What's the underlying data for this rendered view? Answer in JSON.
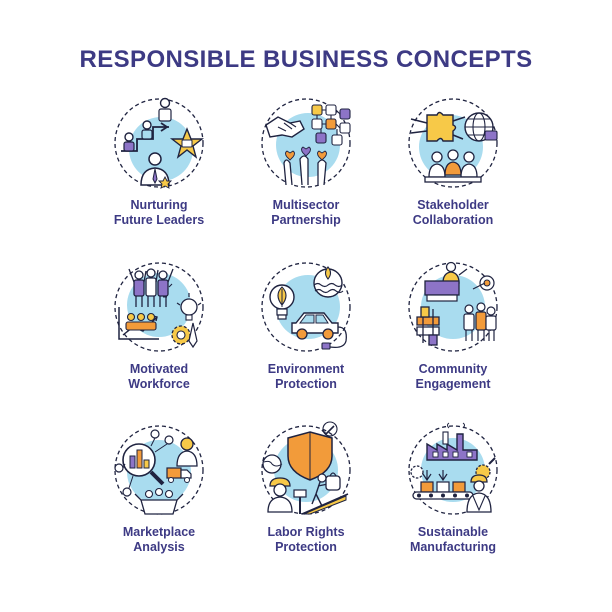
{
  "title": "RESPONSIBLE BUSINESS CONCEPTS",
  "colors": {
    "primary_text": "#3d3a84",
    "accent_blue": "#a9dcef",
    "accent_yellow": "#f7c948",
    "accent_orange": "#f29b3a",
    "accent_purple": "#8d74c7",
    "line": "#1f2340"
  },
  "concepts": [
    {
      "icon": "mentoring-ladder-icon",
      "label": [
        "Nurturing",
        "Future Leaders"
      ]
    },
    {
      "icon": "handshake-network-icon",
      "label": [
        "Multisector",
        "Partnership"
      ]
    },
    {
      "icon": "puzzle-globe-icon",
      "label": [
        "Stakeholder",
        "Collaboration"
      ]
    },
    {
      "icon": "team-growth-icon",
      "label": [
        "Motivated",
        "Workforce"
      ]
    },
    {
      "icon": "eco-bulb-car-icon",
      "label": [
        "Environment",
        "Protection"
      ]
    },
    {
      "icon": "community-hands-icon",
      "label": [
        "Community",
        "Engagement"
      ]
    },
    {
      "icon": "market-magnifier-icon",
      "label": [
        "Marketplace",
        "Analysis"
      ]
    },
    {
      "icon": "shield-worker-icon",
      "label": [
        "Labor Rights",
        "Protection"
      ]
    },
    {
      "icon": "factory-conveyor-icon",
      "label": [
        "Sustainable",
        "Manufacturing"
      ]
    }
  ]
}
